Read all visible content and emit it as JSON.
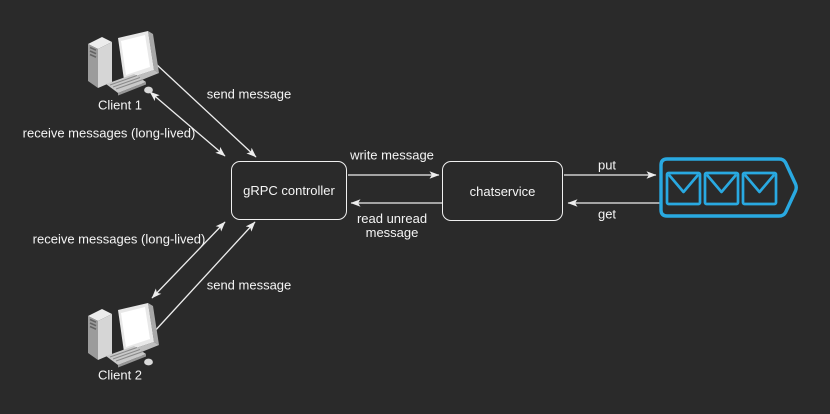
{
  "diagram": {
    "background_color": "#2a2a2a",
    "nodes": {
      "client1": {
        "label": "Client 1",
        "icon": "desktop-computer-icon"
      },
      "client2": {
        "label": "Client 2",
        "icon": "desktop-computer-icon"
      },
      "grpc_controller": {
        "label": "gRPC controller"
      },
      "chatservice": {
        "label": "chatservice"
      },
      "message_queue": {
        "icon": "message-queue-icon",
        "envelope_count": 3
      }
    },
    "edges": {
      "client1_send": {
        "label": "send message",
        "direction": "client1 -> grpc_controller"
      },
      "client1_receive": {
        "label": "receive messages (long-lived)",
        "direction": "bidirectional"
      },
      "client2_receive": {
        "label": "receive messages (long-lived)",
        "direction": "bidirectional"
      },
      "client2_send": {
        "label": "send message",
        "direction": "client2 -> grpc_controller"
      },
      "write_message": {
        "label": "write message",
        "direction": "grpc_controller -> chatservice"
      },
      "read_unread": {
        "label": "read unread message",
        "direction": "chatservice -> grpc_controller"
      },
      "put": {
        "label": "put",
        "direction": "chatservice -> message_queue"
      },
      "get": {
        "label": "get",
        "direction": "message_queue -> chatservice"
      }
    },
    "colors": {
      "line": "#ededed",
      "box_border": "#f0f0f0",
      "text": "#f5f5f5",
      "queue_accent": "#29a9e1"
    }
  }
}
